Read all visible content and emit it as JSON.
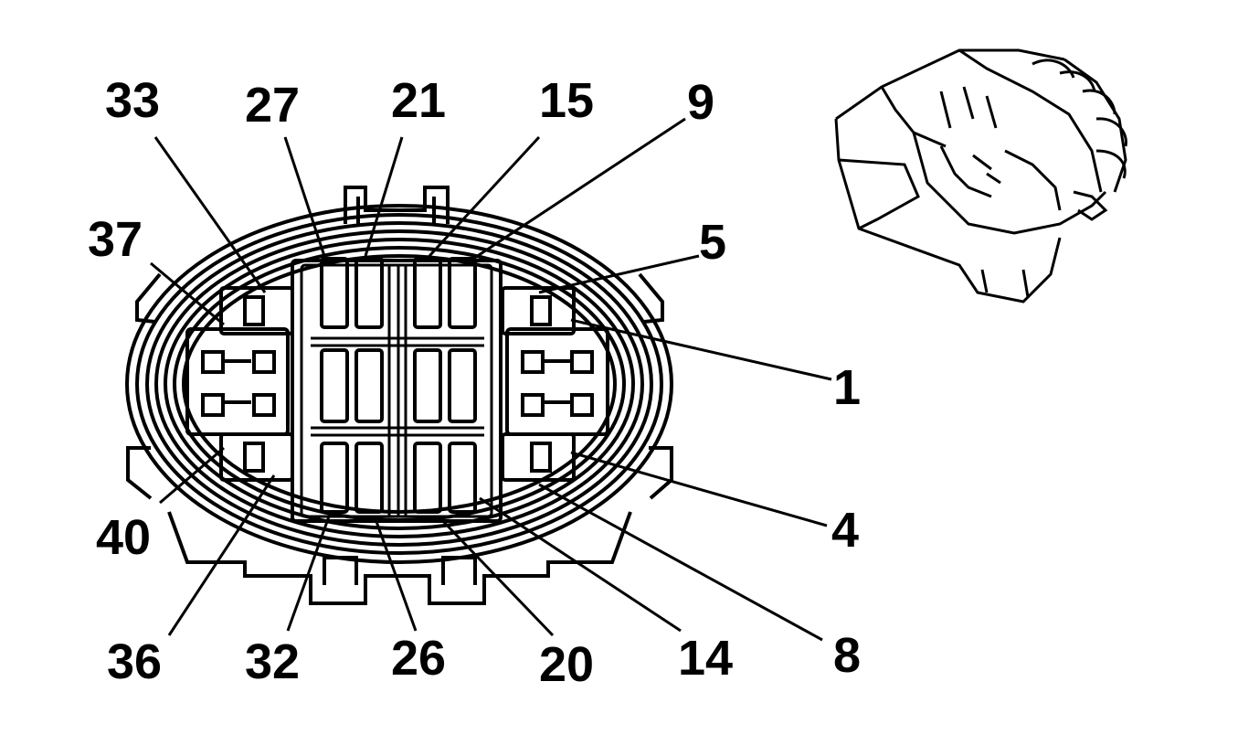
{
  "pin_labels": [
    {
      "id": "33",
      "text": "33"
    },
    {
      "id": "27",
      "text": "27"
    },
    {
      "id": "21",
      "text": "21"
    },
    {
      "id": "15",
      "text": "15"
    },
    {
      "id": "9",
      "text": "9"
    },
    {
      "id": "37",
      "text": "37"
    },
    {
      "id": "5",
      "text": "5"
    },
    {
      "id": "1",
      "text": "1"
    },
    {
      "id": "4",
      "text": "4"
    },
    {
      "id": "40",
      "text": "40"
    },
    {
      "id": "8",
      "text": "8"
    },
    {
      "id": "36",
      "text": "36"
    },
    {
      "id": "32",
      "text": "32"
    },
    {
      "id": "26",
      "text": "26"
    },
    {
      "id": "20",
      "text": "20"
    },
    {
      "id": "14",
      "text": "14"
    }
  ],
  "colors": {
    "line": "#000000",
    "background": "#ffffff"
  }
}
